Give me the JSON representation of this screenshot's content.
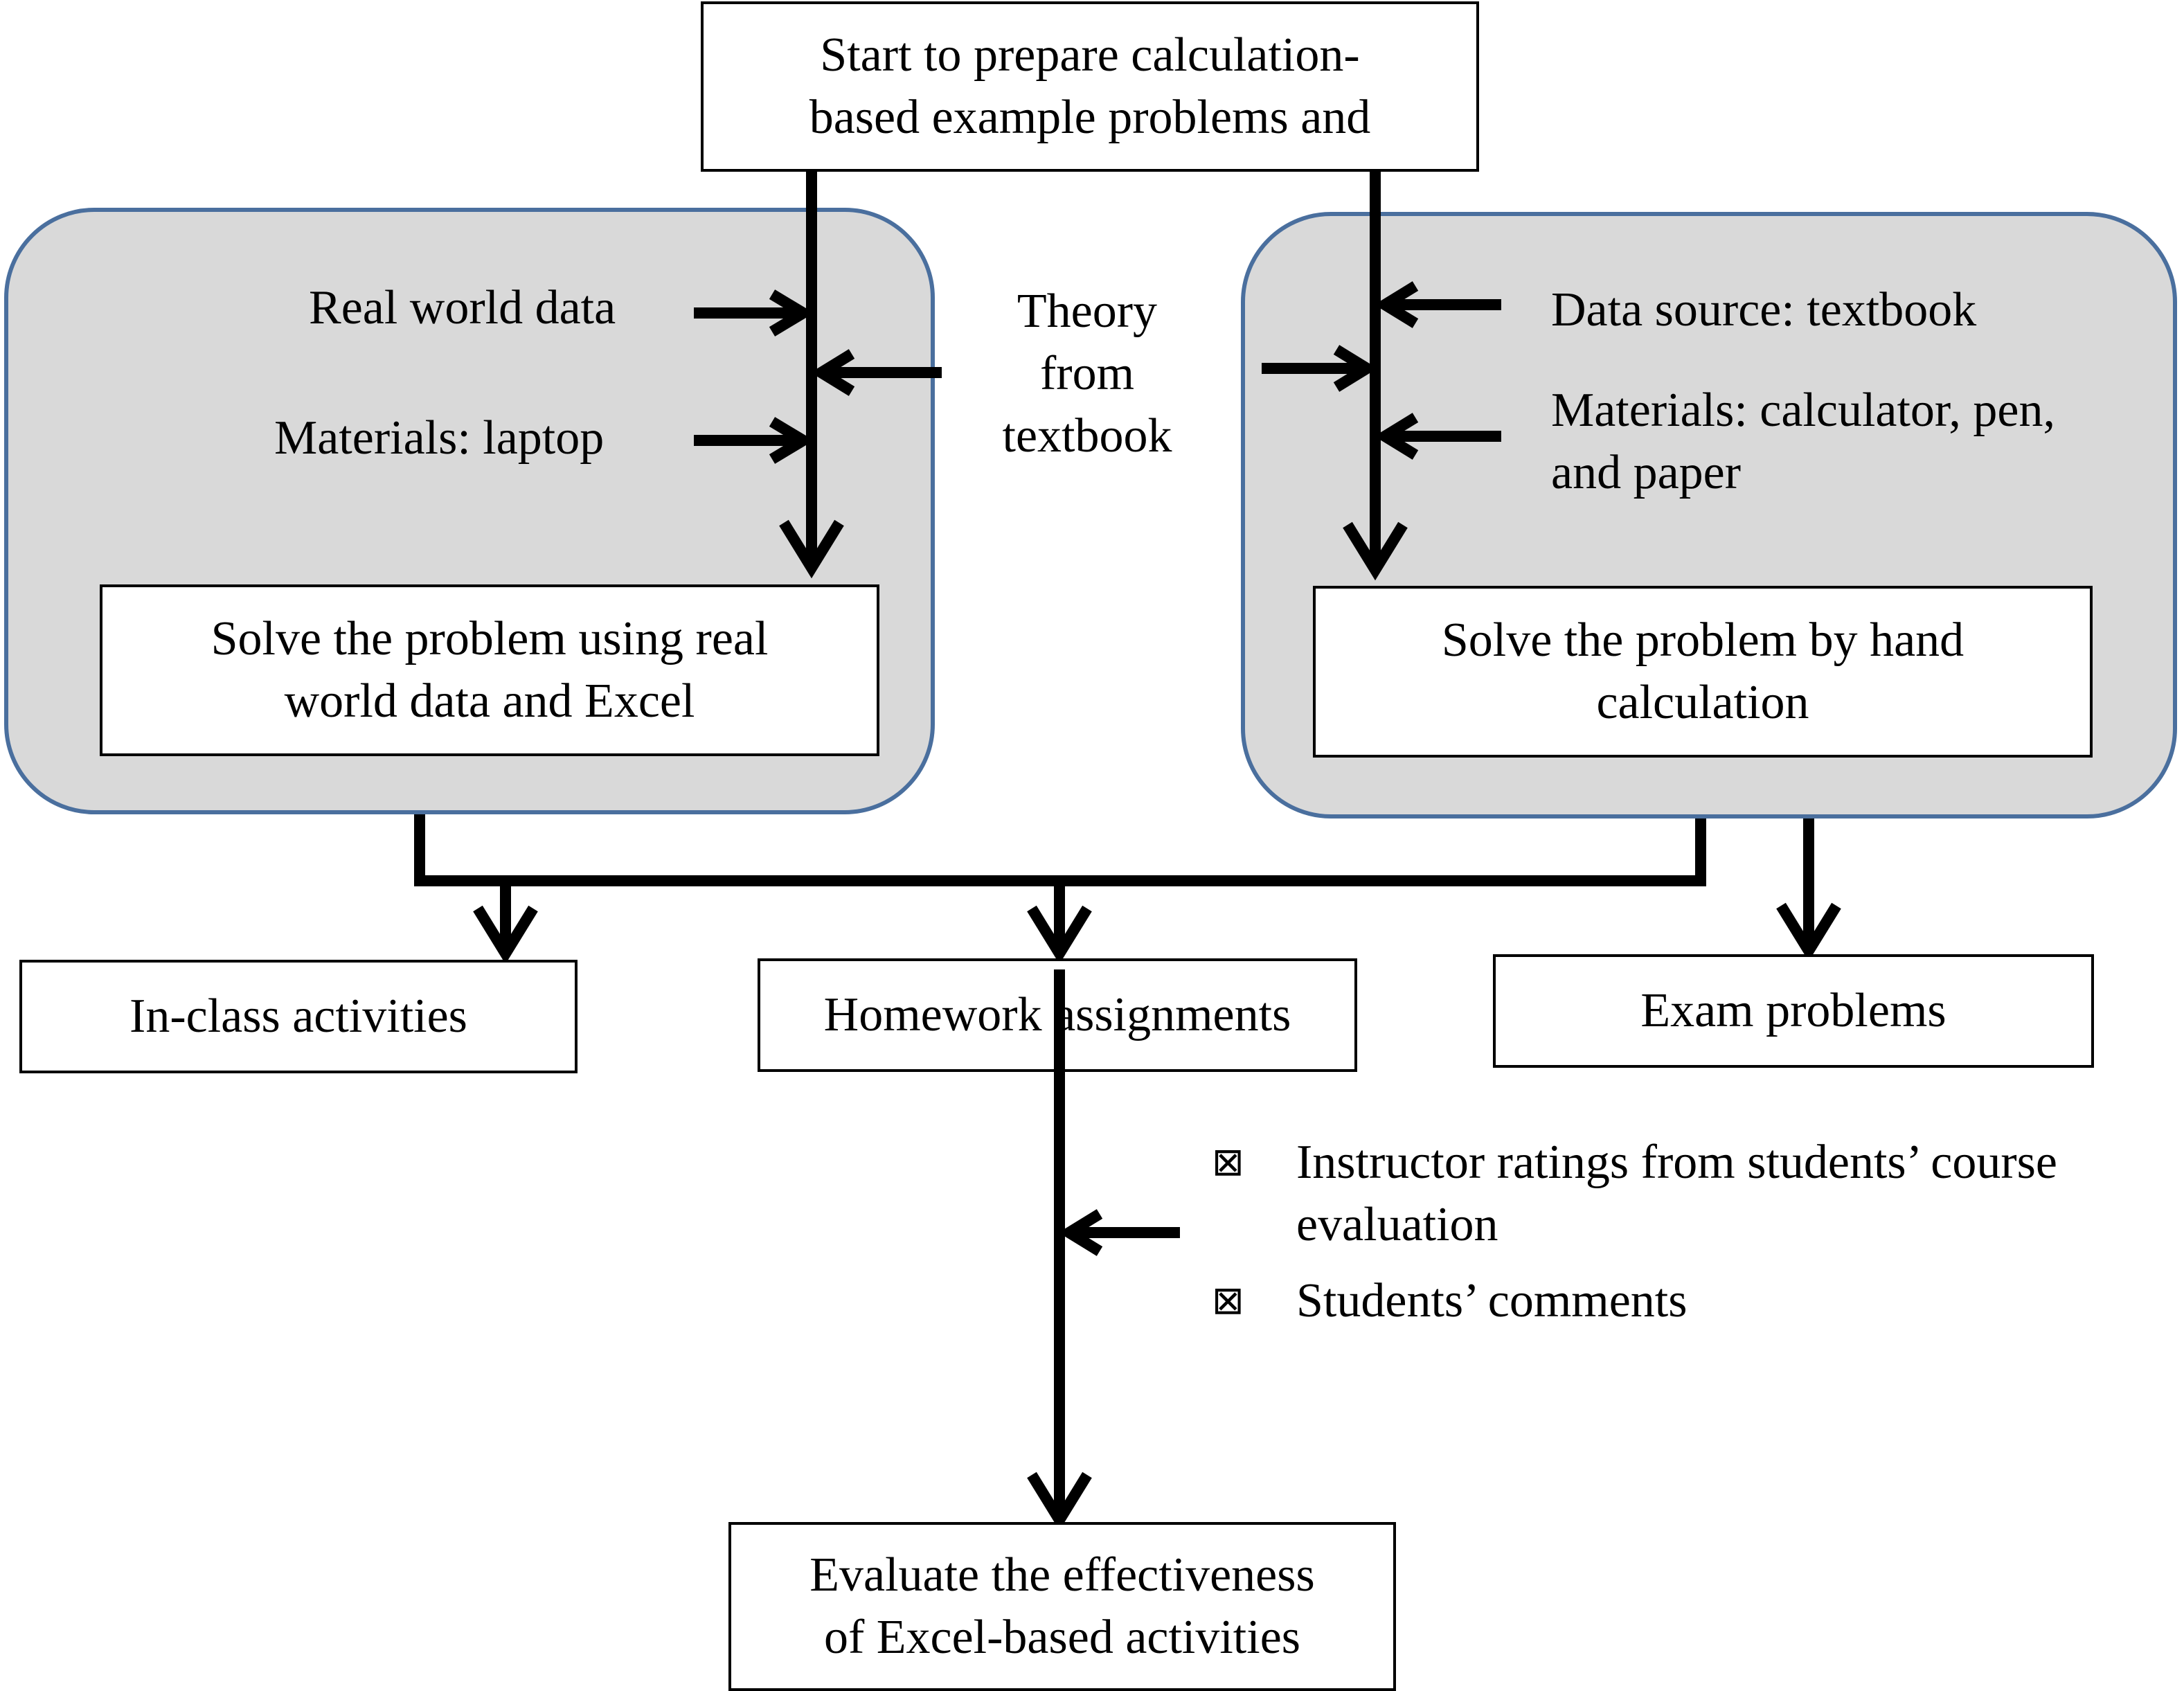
{
  "start": {
    "line1": "Start to prepare calculation-",
    "line2": "based example problems and"
  },
  "theory": {
    "line1": "Theory",
    "line2": "from",
    "line3": "textbook"
  },
  "left_group": {
    "input1": "Real world data",
    "input2": "Materials: laptop",
    "solve": {
      "line1": "Solve the problem using real",
      "line2": "world data and Excel"
    }
  },
  "right_group": {
    "input1": "Data source: textbook",
    "input2": {
      "line1": "Materials: calculator, pen,",
      "line2": "and paper"
    },
    "solve": {
      "line1": "Solve the problem by hand",
      "line2": "calculation"
    }
  },
  "outputs": {
    "in_class": "In-class activities",
    "homework": "Homework assignments",
    "exam": "Exam problems"
  },
  "evaluation_inputs": {
    "bullet_glyph": "⊠",
    "item1": {
      "line1": "Instructor ratings from students’ course",
      "line2": "evaluation"
    },
    "item2": "Students’ comments"
  },
  "final": {
    "line1": "Evaluate the effectiveness",
    "line2": "of Excel-based activities"
  },
  "colors": {
    "group_fill": "#d9d9d9",
    "group_border": "#4a6f9e",
    "line": "#000000"
  }
}
